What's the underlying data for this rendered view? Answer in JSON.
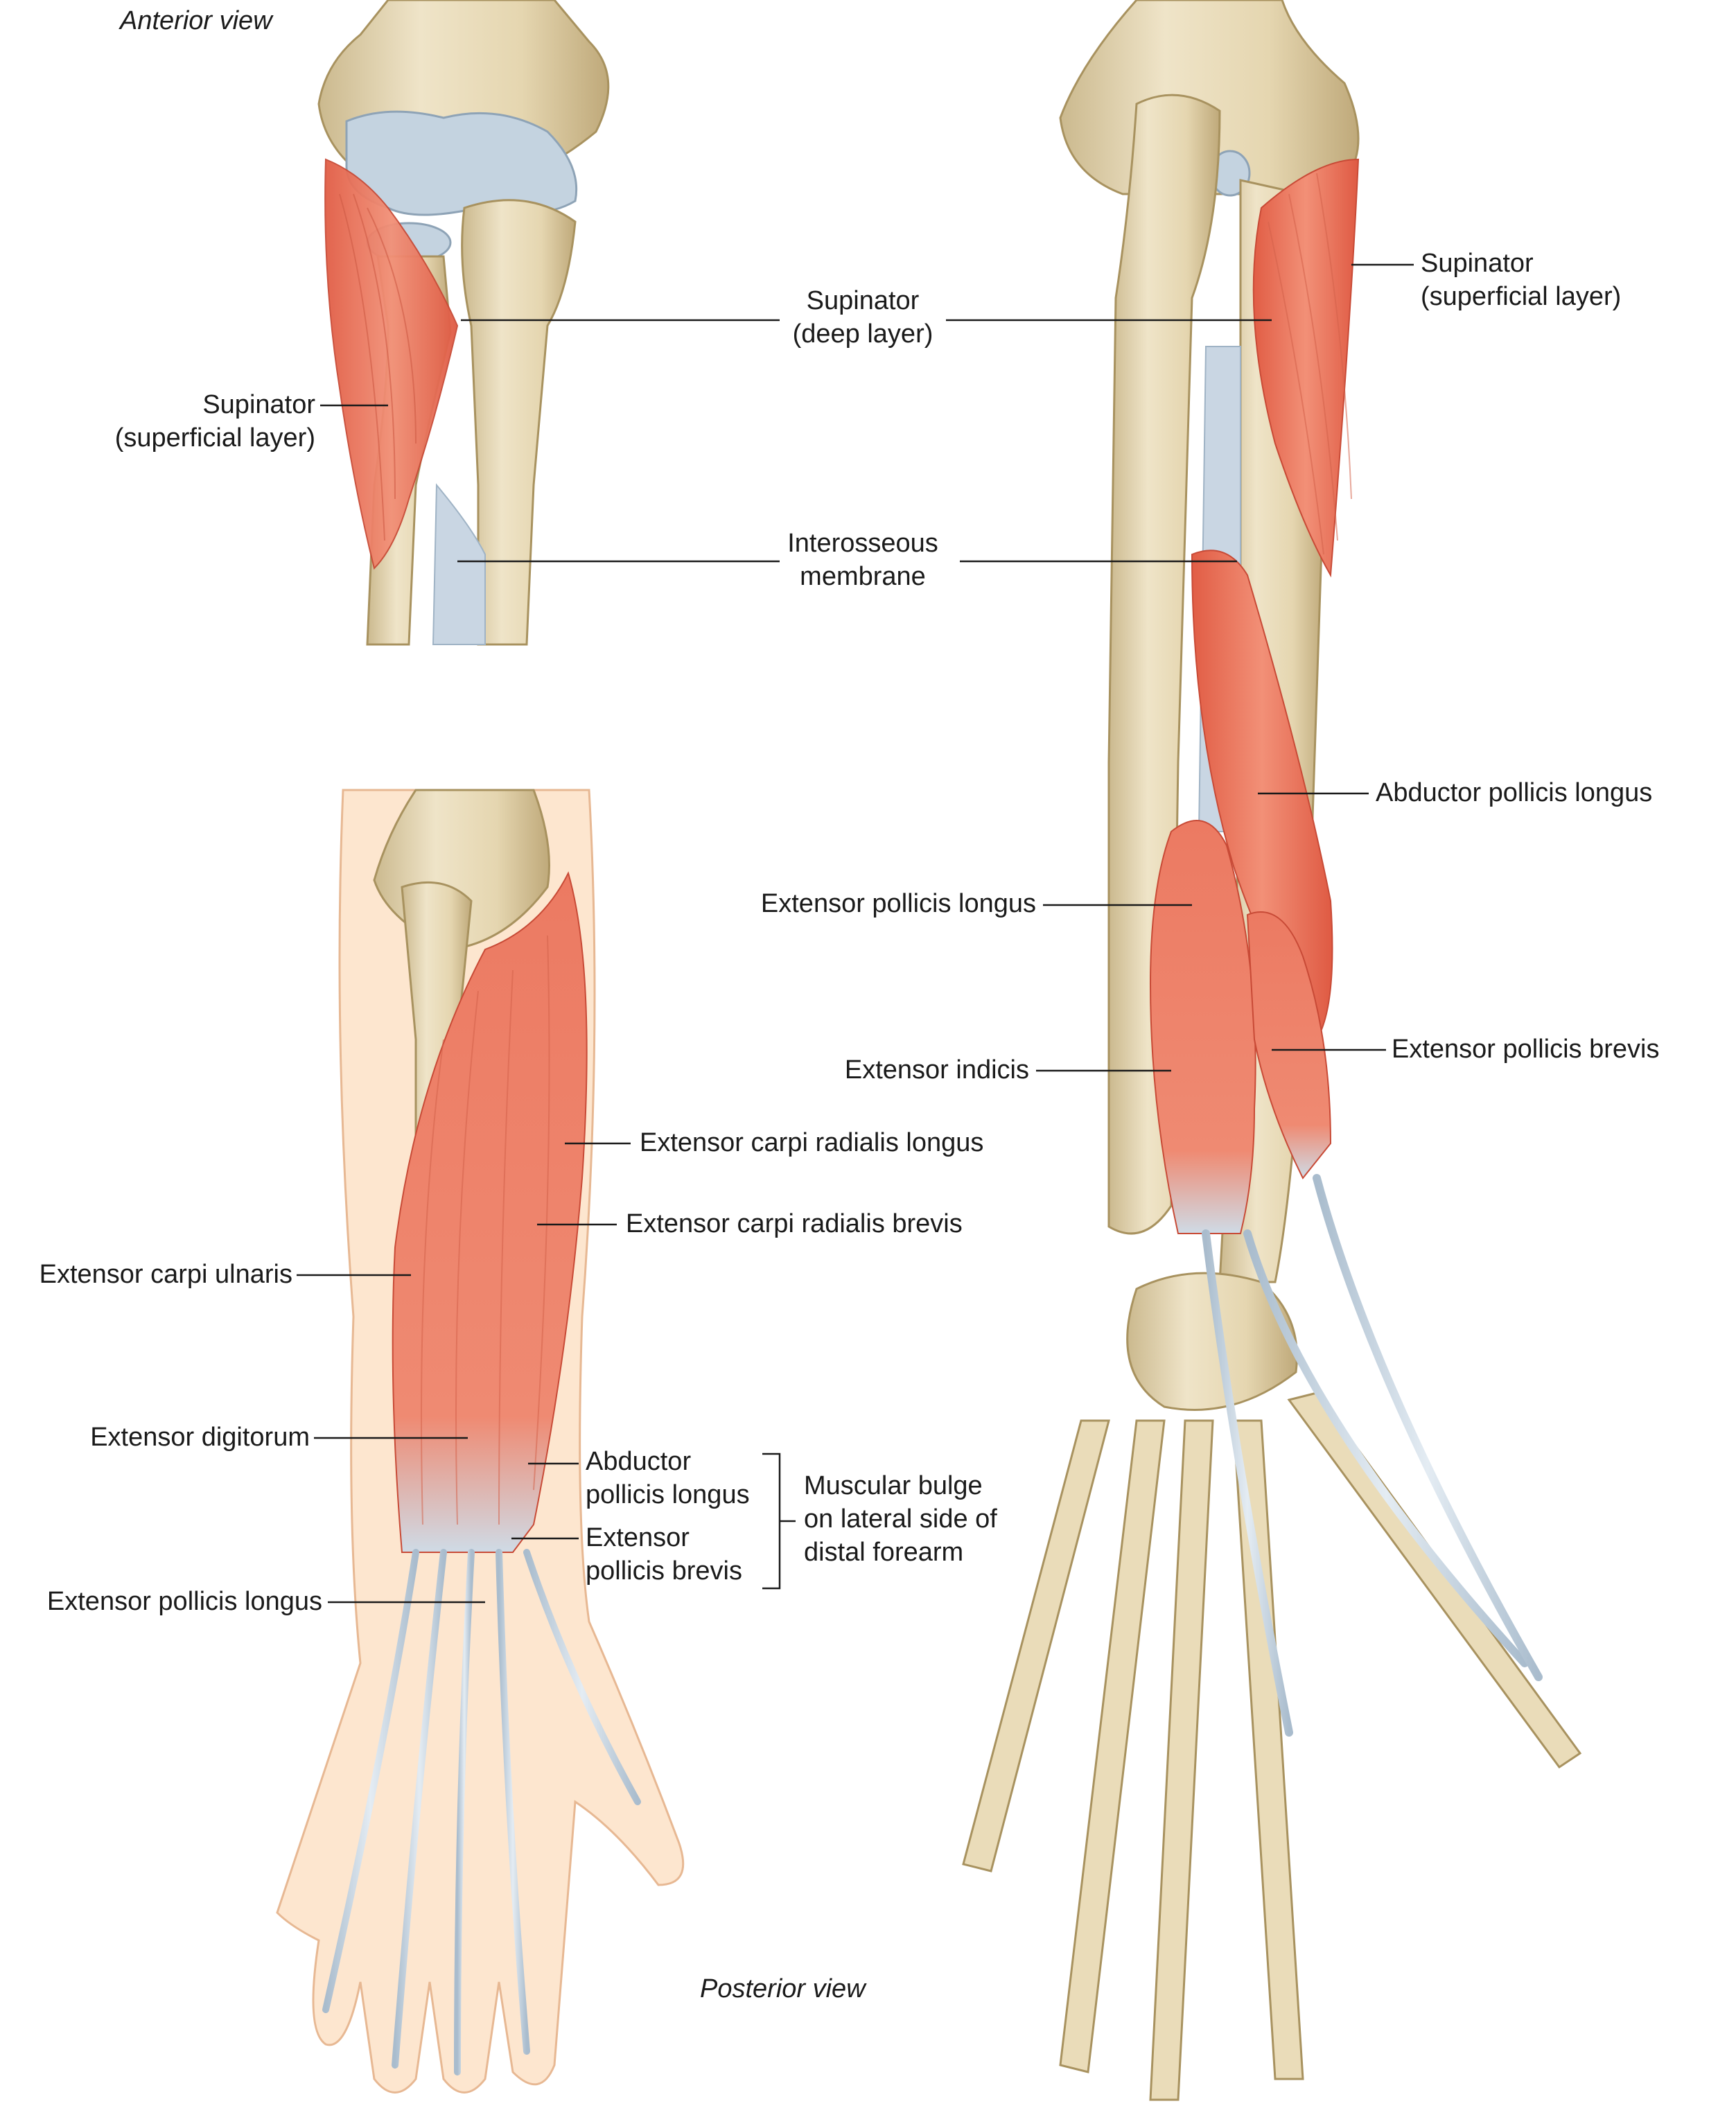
{
  "views": {
    "anterior": "Anterior view",
    "posterior": "Posterior view"
  },
  "labels": {
    "supinator_deep": "Supinator\n(deep layer)",
    "supinator_superficial_left": "Supinator\n(superficial layer)",
    "supinator_superficial_right": "Supinator\n(superficial layer)",
    "interosseous_membrane": "Interosseous\nmembrane",
    "abductor_pollicis_longus_right": "Abductor pollicis longus",
    "extensor_pollicis_longus_right": "Extensor pollicis longus",
    "extensor_indicis": "Extensor indicis",
    "extensor_pollicis_brevis_right": "Extensor pollicis brevis",
    "extensor_carpi_radialis_longus": "Extensor carpi radialis longus",
    "extensor_carpi_radialis_brevis": "Extensor carpi radialis brevis",
    "extensor_carpi_ulnaris": "Extensor carpi ulnaris",
    "extensor_digitorum": "Extensor digitorum",
    "abductor_pollicis_longus_left": "Abductor\npollicis longus",
    "extensor_pollicis_brevis_left": "Extensor\npollicis brevis",
    "extensor_pollicis_longus_left": "Extensor pollicis longus",
    "muscular_bulge": "Muscular bulge\non lateral side of\ndistal forearm"
  },
  "colors": {
    "bone": "#e9dcbc",
    "bone_shadow": "#cbb98e",
    "muscle": "#ec7a62",
    "muscle_dark": "#d4503c",
    "tendon": "#c9d6e3",
    "cartilage": "#c4d3e0",
    "skin": "#fde6cf",
    "leader": "#1a1a1a"
  }
}
